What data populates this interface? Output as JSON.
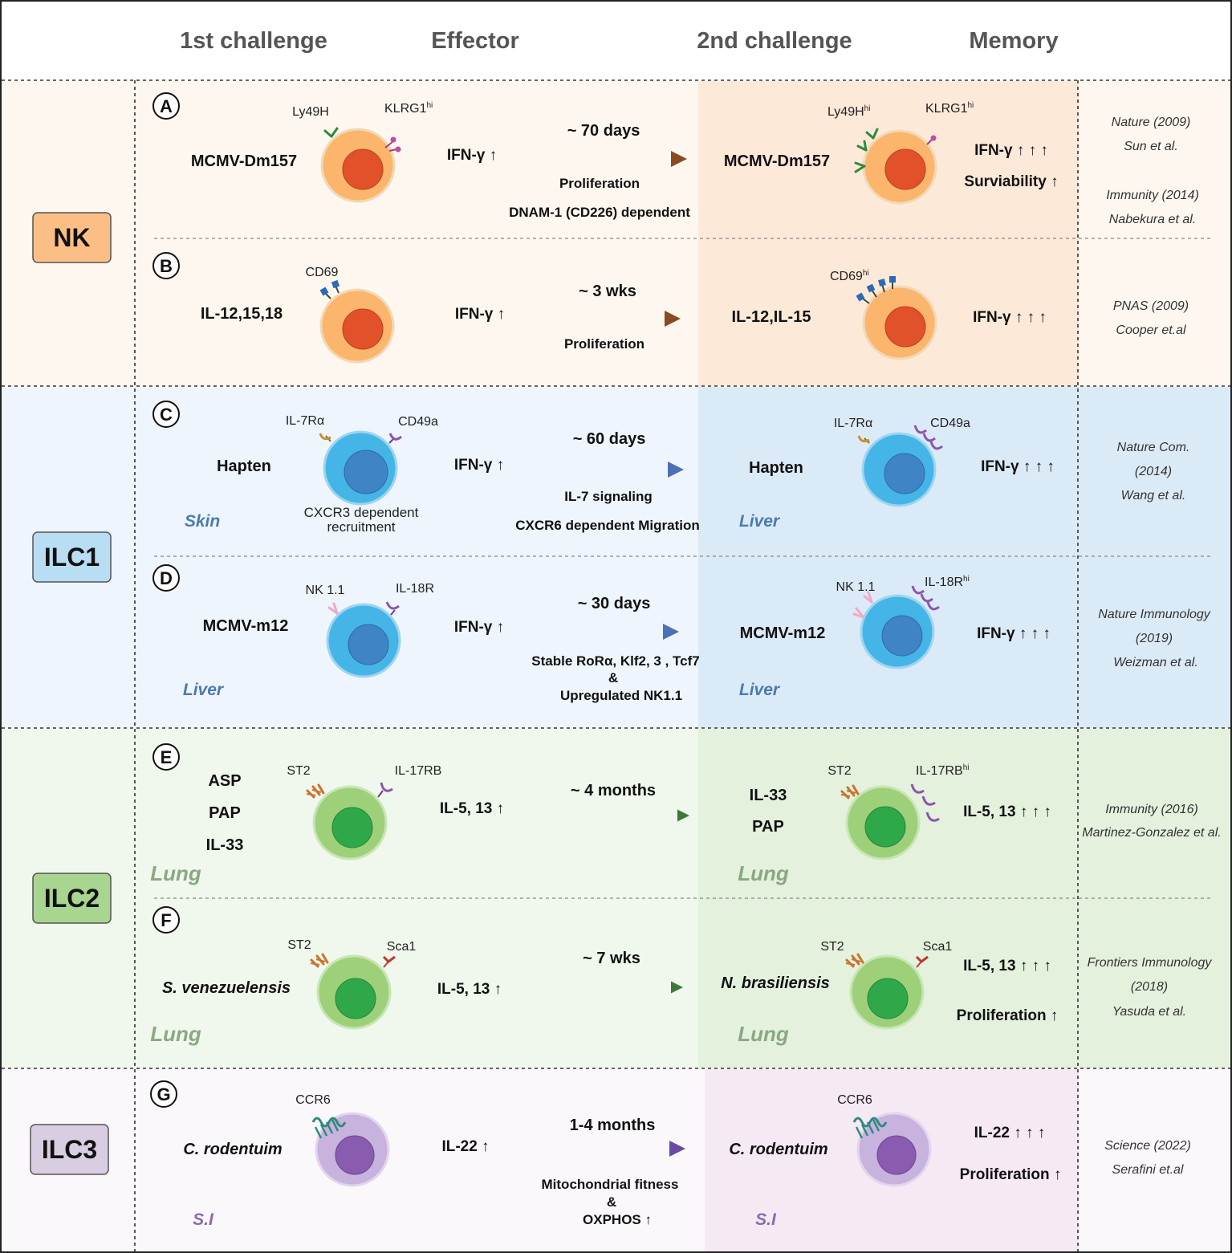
{
  "headers": {
    "first": "1st challenge",
    "effector": "Effector",
    "second": "2nd challenge",
    "memory": "Memory"
  },
  "cell_types": [
    {
      "label": "NK",
      "color": "#fbbf86"
    },
    {
      "label": "ILC1",
      "color": "#b9ddf3"
    },
    {
      "label": "ILC2",
      "color": "#a8d590"
    },
    {
      "label": "ILC3",
      "color": "#d9cde2"
    }
  ],
  "rows": [
    {
      "letter": "A",
      "stim1": "MCMV-Dm157",
      "r1a": "Ly49H",
      "r1b": "KLRG1",
      "r1b_sup": "hi",
      "effector": "IFN-γ ↑",
      "duration": "~ 70 days",
      "note1": "Proliferation",
      "note2": "DNAM-1 (CD226) dependent",
      "stim2": "MCMV-Dm157",
      "r2a": "Ly49H",
      "r2a_sup": "hi",
      "r2b": "KLRG1",
      "r2b_sup": "hi",
      "memory1": "IFN-γ ↑ ↑ ↑",
      "memory2": "Surviability ↑",
      "refs": [
        "Nature (2009)",
        "Sun et al.",
        "Immunity (2014)",
        "Nabekura et al."
      ]
    },
    {
      "letter": "B",
      "stim1": "IL-12,15,18",
      "r1a": "CD69",
      "effector": "IFN-γ ↑",
      "duration": "~ 3 wks",
      "note1": "Proliferation",
      "stim2": "IL-12,IL-15",
      "r2a": "CD69",
      "r2a_sup": "hi",
      "memory1": "IFN-γ ↑ ↑ ↑",
      "refs": [
        "PNAS (2009)",
        "Cooper et.al"
      ]
    },
    {
      "letter": "C",
      "stim1": "Hapten",
      "r1a": "IL-7Rα",
      "r1b": "CD49a",
      "cell_note1": "CXCR3 dependent",
      "cell_note2": "recruitment",
      "tissue1": "Skin",
      "effector": "IFN-γ ↑",
      "duration": "~ 60 days",
      "note1": "IL-7 signaling",
      "note2": "CXCR6 dependent Migration",
      "stim2": "Hapten",
      "r2a": "IL-7Rα",
      "r2b": "CD49a",
      "tissue2": "Liver",
      "memory1": "IFN-γ ↑ ↑ ↑",
      "refs": [
        "Nature Com.",
        "(2014)",
        "Wang et al."
      ]
    },
    {
      "letter": "D",
      "stim1": "MCMV-m12",
      "r1a": "NK 1.1",
      "r1b": "IL-18R",
      "tissue1": "Liver",
      "effector": "IFN-γ ↑",
      "duration": "~ 30 days",
      "note1": "Stable RoRα, Klf2, 3 , Tcf7",
      "note_amp": "&",
      "note2": "Upregulated NK1.1",
      "stim2": "MCMV-m12",
      "r2a": "NK 1.1",
      "r2b": "IL-18R",
      "r2b_sup": "hi",
      "tissue2": "Liver",
      "memory1": "IFN-γ ↑ ↑ ↑",
      "refs": [
        "Nature Immunology",
        "(2019)",
        "Weizman et al."
      ]
    },
    {
      "letter": "E",
      "stim1a": "ASP",
      "stim1b": "PAP",
      "stim1c": "IL-33",
      "r1a": "ST2",
      "r1b": "IL-17RB",
      "tissue1": "Lung",
      "effector": "IL-5, 13 ↑",
      "duration": "~ 4 months",
      "stim2a": "IL-33",
      "stim2b": "PAP",
      "r2a": "ST2",
      "r2b": "IL-17RB",
      "r2b_sup": "hi",
      "tissue2": "Lung",
      "memory1": "IL-5, 13 ↑ ↑ ↑",
      "refs": [
        "Immunity (2016)",
        "Martinez-Gonzalez et al."
      ]
    },
    {
      "letter": "F",
      "stim1": "S. venezuelensis",
      "r1a": "ST2",
      "r1b": "Sca1",
      "tissue1": "Lung",
      "effector": "IL-5, 13 ↑",
      "duration": "~ 7 wks",
      "stim2": "N. brasiliensis",
      "r2a": "ST2",
      "r2b": "Sca1",
      "tissue2": "Lung",
      "memory1": "IL-5, 13 ↑ ↑ ↑",
      "memory2": "Proliferation ↑",
      "refs": [
        "Frontiers Immunology",
        "(2018)",
        "Yasuda et al."
      ]
    },
    {
      "letter": "G",
      "stim1": "C. rodentuim",
      "r1a": "CCR6",
      "tissue1": "S.I",
      "effector": "IL-22 ↑",
      "duration": "1-4 months",
      "note1": "Mitochondrial fitness",
      "note_amp": "&",
      "note2": "OXPHOS ↑",
      "stim2": "C. rodentuim",
      "r2a": "CCR6",
      "tissue2": "S.I",
      "memory1": "IL-22 ↑ ↑ ↑",
      "memory2": "Proliferation ↑",
      "refs": [
        "Science (2022)",
        "Serafini et.al"
      ]
    }
  ],
  "colors": {
    "nk_bg_left": "#fdf7ef",
    "nk_bg_right": "#fde9d8",
    "ilc1_bg_left": "#eef5fc",
    "ilc1_bg_right": "#dbeaf7",
    "ilc2_bg_left": "#f0f7ed",
    "ilc2_bg_right": "#e4f1dd",
    "ilc3_bg_left": "#fbf8fc",
    "ilc3_bg_right": "#f5e9f3",
    "arrow_nk": "#8a4b22",
    "arrow_ilc1": "#4d6fb8",
    "arrow_ilc2": "#3e7a37",
    "arrow_ilc3": "#6a4aa6",
    "tissue_ilc1": "#4a7bb0",
    "tissue_ilc2": "#8aa882",
    "tissue_ilc3": "#8a6ab0"
  }
}
